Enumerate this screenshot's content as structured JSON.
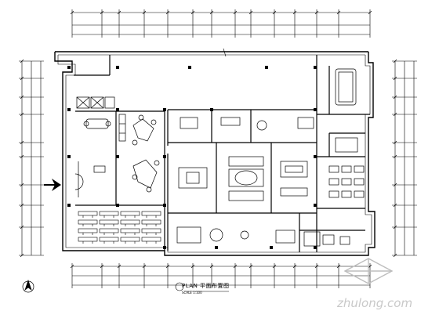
{
  "plan": {
    "title": "PLAN 平面布置图",
    "scale_note": "SCALE 1:100"
  },
  "watermark": {
    "text": "zhulong.com"
  },
  "colors": {
    "line": "#000000",
    "watermark": "#c9c9c9",
    "background": "#ffffff"
  },
  "icons": [
    "north-arrow-icon",
    "entrance-arrow-icon",
    "logo-icon"
  ]
}
